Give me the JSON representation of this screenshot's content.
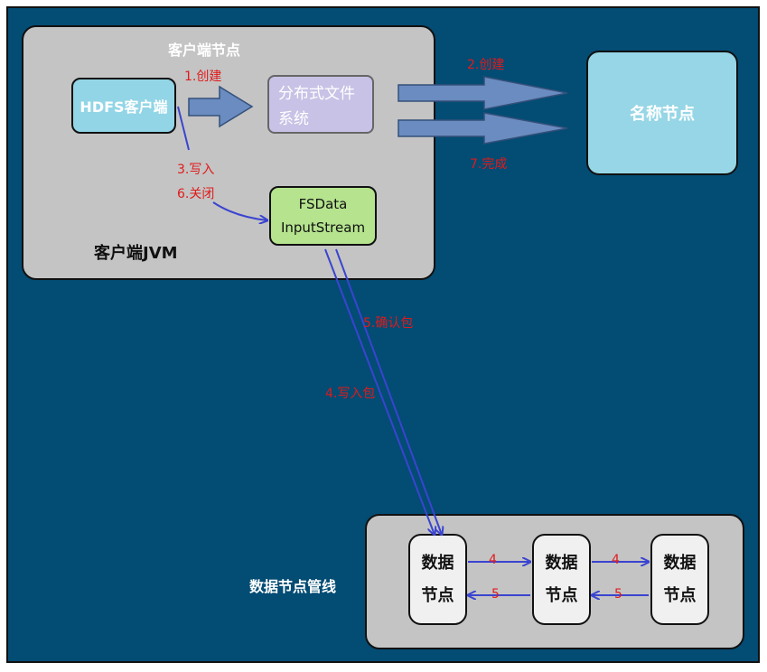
{
  "client_node_title": "客户端节点",
  "client_jvm_label": "客户端JVM",
  "hdfs_client": "HDFS客户端",
  "dfs_line1": "分布式文件",
  "dfs_line2": "系统",
  "fsdata_line1": "FSData",
  "fsdata_line2": "InputStream",
  "namenode": "名称节点",
  "pipeline_label": "数据节点管线",
  "datanode_line1": "数据",
  "datanode_line2": "节点",
  "steps": {
    "create1": "1.创建",
    "create2": "2.创建",
    "write3": "3.写入",
    "close6": "6.关闭",
    "complete7": "7.完成",
    "ack5": "5.确认包",
    "write4": "4.写入包",
    "fwd": "4",
    "back": "5"
  },
  "colors": {
    "background": "#034c74",
    "box_grey": "#c4c4c4",
    "arrow_blue": "#6a8cc0",
    "line_blue": "#3a44d0",
    "label_red": "#e11a1a"
  }
}
